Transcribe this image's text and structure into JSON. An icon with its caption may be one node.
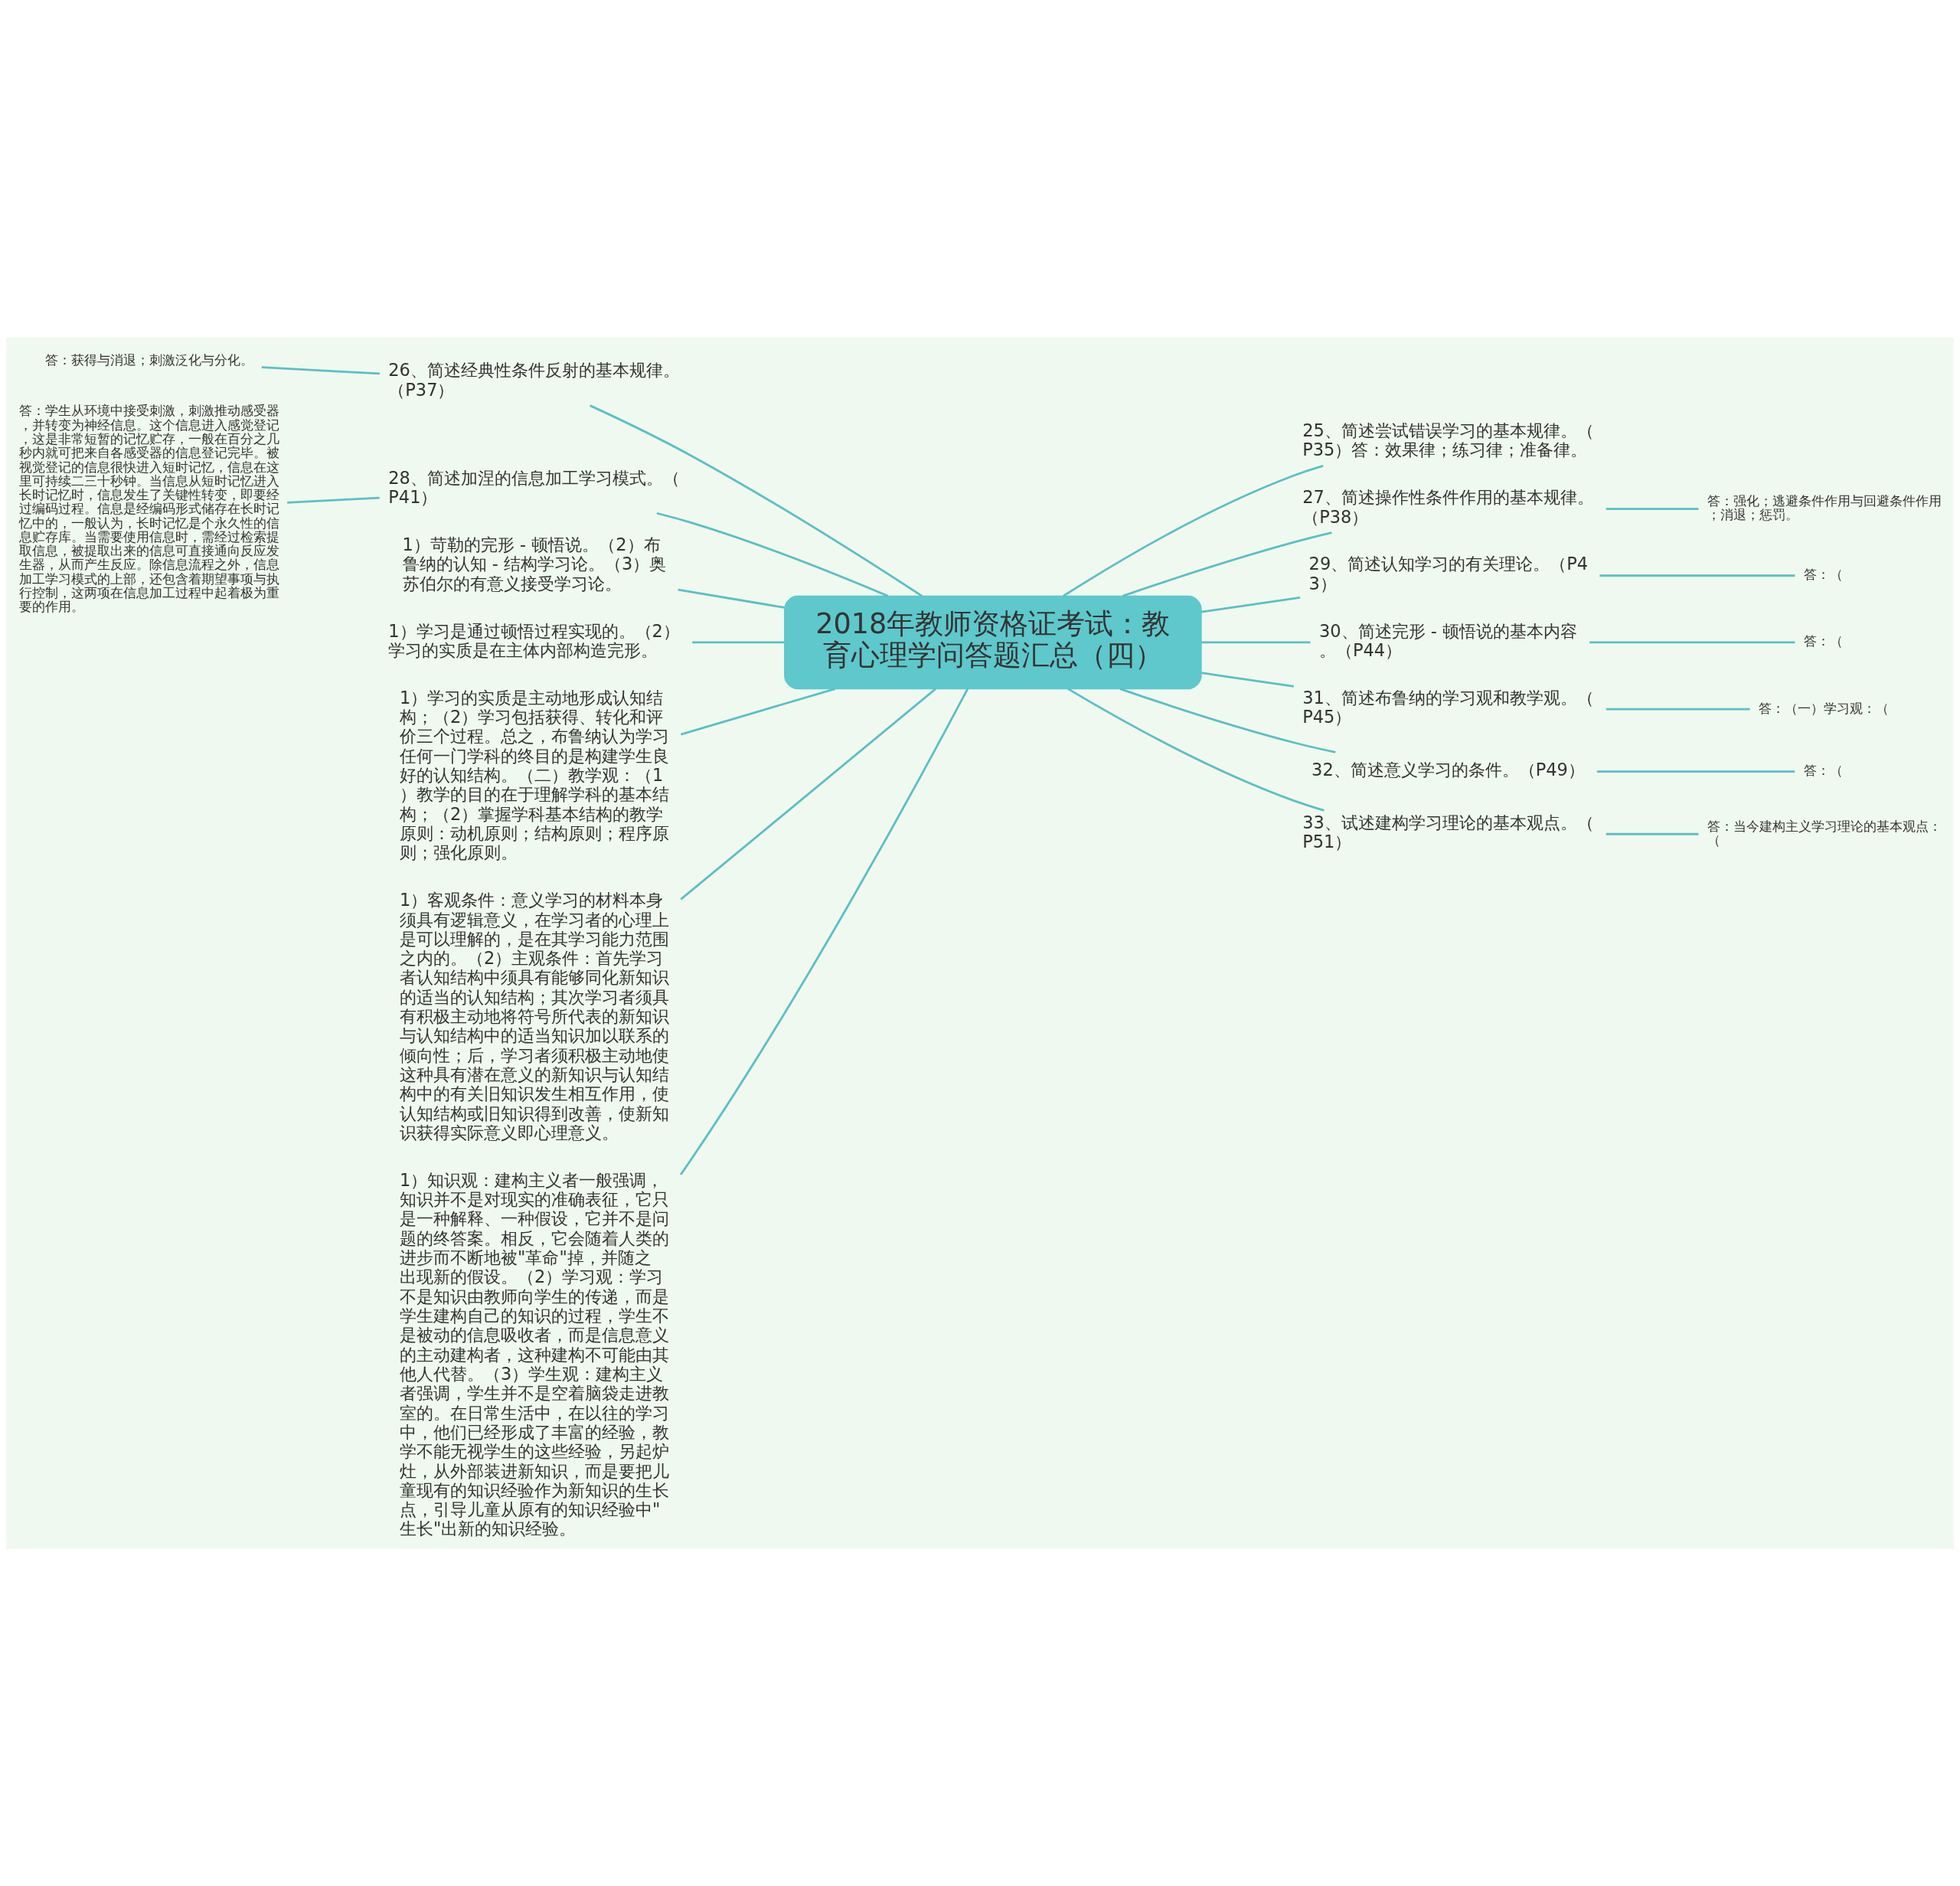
{
  "diagram": {
    "nodes": [
      {
        "text": [
          "2018年教师资格证考试：教育心理学问答题汇总（四）"
        ]
      },
      {
        "text": [
          "26、简述经典性条件反射的基本规律。（P37）"
        ]
      },
      {
        "text": [
          "答：获得与消退；刺激泛化与分化。"
        ]
      },
      {
        "text": [
          "28、简述加涅的信息加工学习模式。（P41）"
        ]
      },
      {
        "text": [
          "答：学生从环境中接受刺激，刺激推动感受器，并转变为神经信息。这个信息进入感觉登记，这是非常短暂的记忆贮存，一般在百分之几秒内就可把来自各感受器的信息登记完毕。被视觉登记的信息很快进入短时记忆，信息在这里可持续二三十秒钟。当信息从短时记忆进入长时记忆时，信息发生了关键性转变，即要经过编码过程。信息是经编码形式储存在长时记忆中的，一般认为，长时记忆是个永久性的信息贮存库。当需要使用信息时，需经过检索提取信息，被提取出来的信息可直接通向反应发生器，从而产生反应。除信息流程之外，信息加工学习模式的上部，还包含着期望事项与执行控制，这两项在信息加工过程中起着极为重要的作用。"
        ]
      },
      {
        "text": [
          "1）苛勒的完形 - 顿悟说。（2）布鲁纳的认知 - 结构学习论。（3）奥苏伯尔的有意义接受学习论。"
        ]
      },
      {
        "text": [
          "1）学习是通过顿悟过程实现的。（2）学习的实质是在主体内部构造完形。"
        ]
      },
      {
        "text": [
          "1）学习的实质是主动地形成认知结构；（2）学习包括获得、转化和评价三个过程。总之，布鲁纳认为学习任何一门学科的终目的是构建学生良好的认知结构。（二）教学观：（1）教学的目的在于理解学科的基本结构；（2）掌握学科基本结构的教学原则：动机原则；结构原则；程序原则；强化原则。"
        ]
      },
      {
        "text": [
          "1）客观条件：意义学习的材料本身须具有逻辑意义，在学习者的心理上是可以理解的，是在其学习能力范围之内的。（2）主观条件：首先学习者认知结构中须具有能够同化新知识的适当的认知结构；其次学习者须具有积极主动地将符号所代表的新知识与认知结构中的适当知识加以联系的倾向性；后，学习者须积极主动地使这种具有潜在意义的新知识与认知结构中的有关旧知识发生相互作用，使认知结构或旧知识得到改善，使新知识获得实际意义即心理意义。"
        ]
      },
      {
        "text": [
          "1）知识观：建构主义者一般强调，知识并不是对现实的准确表征，它只是一种解释、一种假设，它并不是问题的终答案。相反，它会随着人类的进步而不断地被\"革命\"掉，并随之出现新的假设。（2）学习观：学习不是知识由教师向学生的传递，而是学生建构自己的知识的过程，学生不是被动的信息吸收者，而是信息意义的主动建构者，这种建构不可能由其他人代替。（3）学生观：建构主义者强调，学生并不是空着脑袋走进教室的。在日常生活中，在以往的学习中，他们已经形成了丰富的经验，教学不能无视学生的这些经验，另起炉灶，从外部装进新知识，而是要把儿童现有的知识经验作为新知识的生长点，引导儿童从原有的知识经验中\"生长\"出新的知识经验。"
        ]
      },
      {
        "text": [
          "25、简述尝试错误学习的基本规律。（P35）答：效果律；练习律；准备律。"
        ]
      },
      {
        "text": [
          "27、简述操作性条件作用的基本规律。（P38）"
        ]
      },
      {
        "text": [
          "答：强化；逃避条件作用与回避条件作用；消退；惩罚。"
        ]
      },
      {
        "text": [
          "29、简述认知学习的有关理论。（P43）"
        ]
      },
      {
        "text": [
          "答：（"
        ]
      },
      {
        "text": [
          "30、简述完形 - 顿悟说的基本内容。（P44）"
        ]
      },
      {
        "text": [
          "答：（"
        ]
      },
      {
        "text": [
          "31、简述布鲁纳的学习观和教学观。（P45）"
        ]
      },
      {
        "text": [
          "答：（一）学习观：（"
        ]
      },
      {
        "text": [
          "32、简述意义学习的条件。（P49）"
        ]
      },
      {
        "text": [
          "答：（"
        ]
      },
      {
        "text": [
          "33、试述建构学习理论的基本观点。（P51）"
        ]
      },
      {
        "text": [
          "答：当今建构主义学习理论的基本观点：（"
        ]
      }
    ],
    "edges": [
      {
        "from": 1,
        "to": 0,
        "arrow": "none"
      },
      {
        "from": 2,
        "to": 1,
        "arrow": "none"
      },
      {
        "from": 3,
        "to": 0,
        "arrow": "none"
      },
      {
        "from": 4,
        "to": 3,
        "arrow": "none"
      },
      {
        "from": 5,
        "to": 0,
        "arrow": "none"
      },
      {
        "from": 6,
        "to": 0,
        "arrow": "none"
      },
      {
        "from": 7,
        "to": 0,
        "arrow": "none"
      },
      {
        "from": 8,
        "to": 0,
        "arrow": "none"
      },
      {
        "from": 9,
        "to": 0,
        "arrow": "none"
      },
      {
        "from": 0,
        "to": 10,
        "arrow": "none"
      },
      {
        "from": 0,
        "to": 11,
        "arrow": "none"
      },
      {
        "from": 11,
        "to": 12,
        "arrow": "none"
      },
      {
        "from": 0,
        "to": 13,
        "arrow": "none"
      },
      {
        "from": 13,
        "to": 14,
        "arrow": "none"
      },
      {
        "from": 0,
        "to": 15,
        "arrow": "none"
      },
      {
        "from": 15,
        "to": 16,
        "arrow": "none"
      },
      {
        "from": 0,
        "to": 17,
        "arrow": "none"
      },
      {
        "from": 17,
        "to": 18,
        "arrow": "none"
      },
      {
        "from": 0,
        "to": 19,
        "arrow": "none"
      },
      {
        "from": 19,
        "to": 20,
        "arrow": "none"
      },
      {
        "from": 0,
        "to": 21,
        "arrow": "none"
      },
      {
        "from": 21,
        "to": 22,
        "arrow": "none"
      }
    ]
  }
}
